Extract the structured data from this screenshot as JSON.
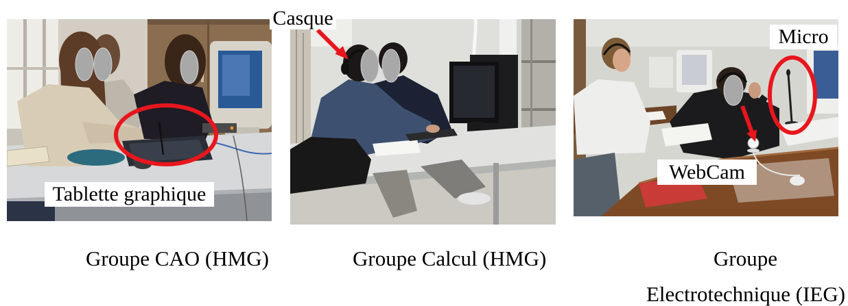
{
  "panels": {
    "cao": {
      "tablet_label": "Tablette graphique",
      "caption": "Groupe CAO (HMG)"
    },
    "calcul": {
      "headset_label": "Casque",
      "caption": "Groupe Calcul (HMG)"
    },
    "electrotechnique": {
      "micro_label": "Micro",
      "webcam_label": "WebCam",
      "caption_line_1": "Groupe",
      "caption_line_2": "Electrotechnique (IEG)"
    }
  },
  "colors": {
    "annotation_red": "#e8161d",
    "face_blur_gray": "#a8a8a8",
    "label_background": "#ffffff"
  }
}
